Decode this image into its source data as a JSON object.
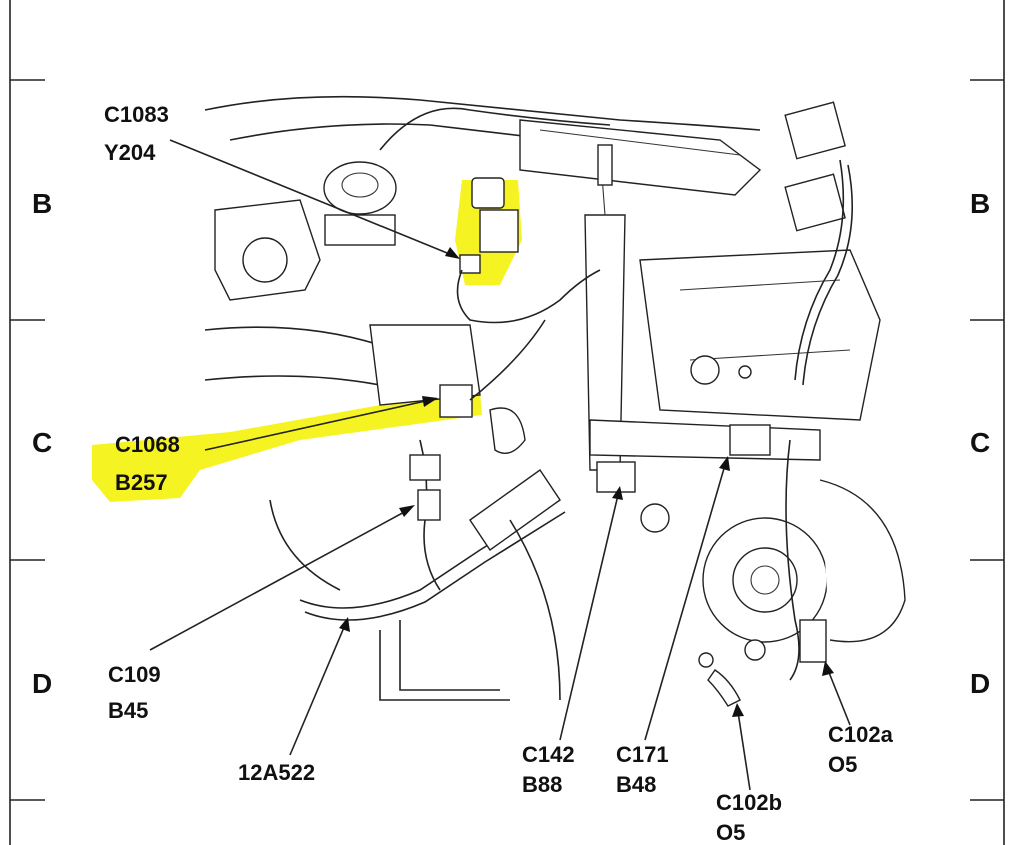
{
  "grid": {
    "left_letters": [
      "B",
      "C",
      "D"
    ],
    "right_letters": [
      "B",
      "C",
      "D"
    ]
  },
  "callouts": [
    {
      "id": "c1083",
      "line1": "C1083",
      "line2": "Y204",
      "highlighted": true
    },
    {
      "id": "c1068",
      "line1": "C1068",
      "line2": "B257",
      "highlighted": true
    },
    {
      "id": "c109",
      "line1": "C109",
      "line2": "B45",
      "highlighted": false
    },
    {
      "id": "12a522",
      "line1": "12A522",
      "line2": "",
      "highlighted": false
    },
    {
      "id": "c142",
      "line1": "C142",
      "line2": "B88",
      "highlighted": false
    },
    {
      "id": "c171",
      "line1": "C171",
      "line2": "B48",
      "highlighted": false
    },
    {
      "id": "c102b",
      "line1": "C102b",
      "line2": "O5",
      "highlighted": false
    },
    {
      "id": "c102a",
      "line1": "C102a",
      "line2": "O5",
      "highlighted": false
    }
  ],
  "colors": {
    "highlight": "#f5f20a",
    "ink": "#111111",
    "background": "#ffffff"
  }
}
